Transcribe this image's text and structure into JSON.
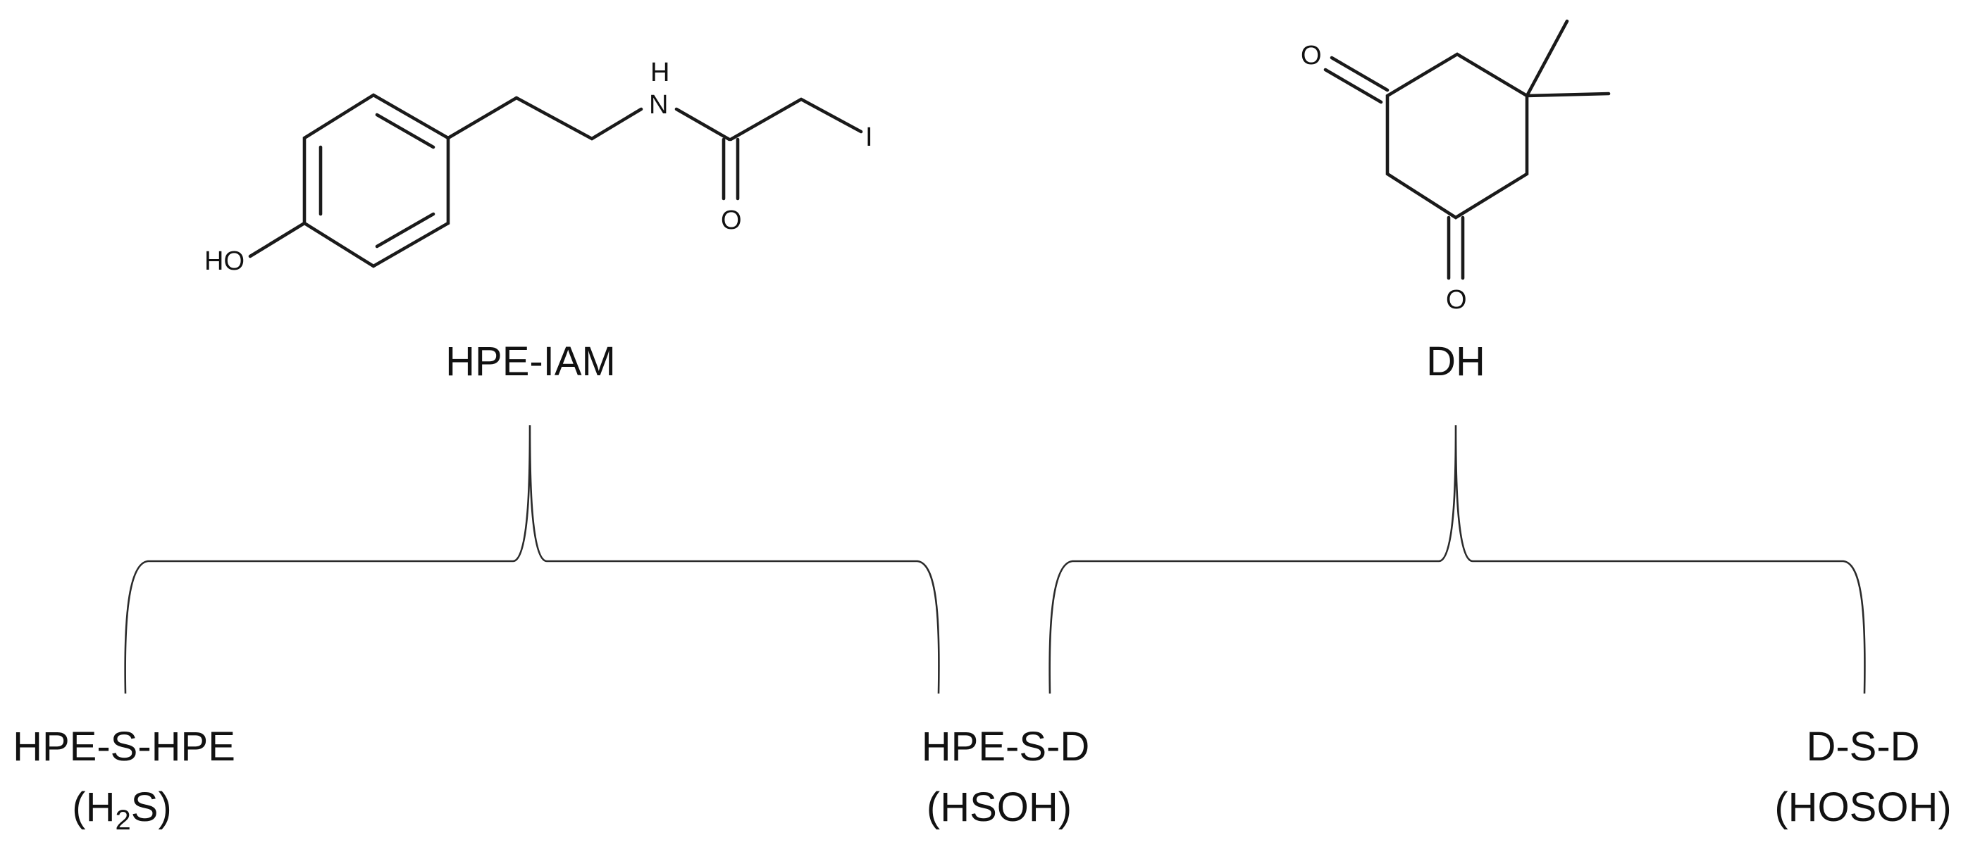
{
  "compounds": {
    "hpe_iam": {
      "name": "HPE-IAM",
      "atoms": {
        "hydroxyl": "HO",
        "amide_h": "H",
        "amide_n": "N",
        "carbonyl_o": "O",
        "iodine": "I"
      }
    },
    "dh": {
      "name": "DH",
      "atoms": {
        "ketone_o_top": "O",
        "ketone_o_bottom": "O"
      }
    }
  },
  "products": [
    {
      "name": "HPE-S-HPE",
      "species_prefix": "(H",
      "species_sub": "2",
      "species_suffix": "S)"
    },
    {
      "name": "HPE-S-D",
      "species": "(HSOH)"
    },
    {
      "name": "D-S-D",
      "species": "(HOSOH)"
    }
  ]
}
